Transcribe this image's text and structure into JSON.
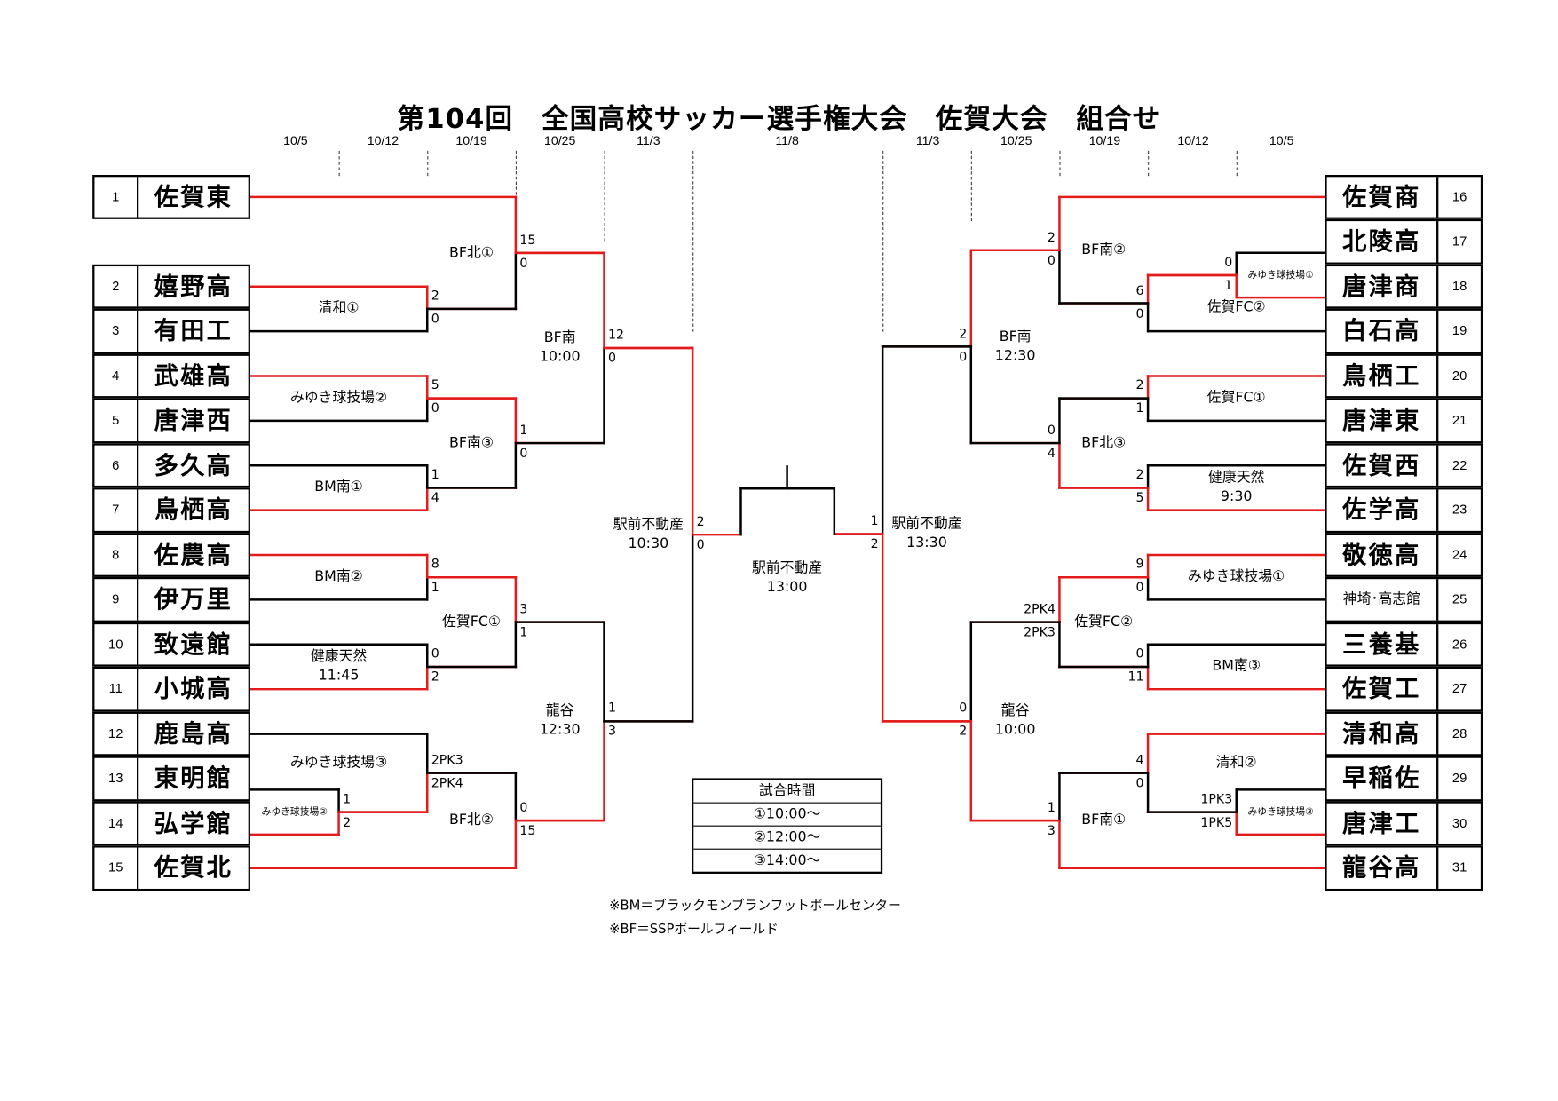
{
  "title": "第104回　全国高校サッカー選手権大会　佐賀大会　組合せ",
  "dates_left": [
    "10/5",
    "10/12",
    "10/19",
    "10/25",
    "11/3"
  ],
  "date_final": "11/8",
  "dates_right": [
    "11/3",
    "10/25",
    "10/19",
    "10/12",
    "10/5"
  ],
  "teams_left": [
    {
      "seed": "1",
      "name": "佐賀東"
    },
    {
      "seed": "2",
      "name": "嬉野高"
    },
    {
      "seed": "3",
      "name": "有田工"
    },
    {
      "seed": "4",
      "name": "武雄高"
    },
    {
      "seed": "5",
      "name": "唐津西"
    },
    {
      "seed": "6",
      "name": "多久高"
    },
    {
      "seed": "7",
      "name": "鳥栖高"
    },
    {
      "seed": "8",
      "name": "佐農高"
    },
    {
      "seed": "9",
      "name": "伊万里"
    },
    {
      "seed": "10",
      "name": "致遠館"
    },
    {
      "seed": "11",
      "name": "小城高"
    },
    {
      "seed": "12",
      "name": "鹿島高"
    },
    {
      "seed": "13",
      "name": "東明館"
    },
    {
      "seed": "14",
      "name": "弘学館"
    },
    {
      "seed": "15",
      "name": "佐賀北"
    }
  ],
  "teams_right": [
    {
      "seed": "16",
      "name": "佐賀商"
    },
    {
      "seed": "17",
      "name": "北陵高"
    },
    {
      "seed": "18",
      "name": "唐津商"
    },
    {
      "seed": "19",
      "name": "白石高"
    },
    {
      "seed": "20",
      "name": "鳥栖工"
    },
    {
      "seed": "21",
      "name": "唐津東"
    },
    {
      "seed": "22",
      "name": "佐賀西"
    },
    {
      "seed": "23",
      "name": "佐学高"
    },
    {
      "seed": "24",
      "name": "敬徳高"
    },
    {
      "seed": "25",
      "name": "神埼･高志館"
    },
    {
      "seed": "26",
      "name": "三養基"
    },
    {
      "seed": "27",
      "name": "佐賀工"
    },
    {
      "seed": "28",
      "name": "清和高"
    },
    {
      "seed": "29",
      "name": "早稲佐"
    },
    {
      "seed": "30",
      "name": "唐津工"
    },
    {
      "seed": "31",
      "name": "龍谷高"
    }
  ],
  "matches": [
    {
      "id": "L13v14",
      "venue": "みゆき球技場②",
      "scores": [
        "1",
        "2"
      ],
      "winner": 1
    },
    {
      "id": "L2v3",
      "venue": "清和①",
      "scores": [
        "2",
        "0"
      ],
      "winner": 0
    },
    {
      "id": "L4v5",
      "venue": "みゆき球技場②",
      "scores": [
        "5",
        "0"
      ],
      "winner": 0
    },
    {
      "id": "L6v7",
      "venue": "BM南①",
      "scores": [
        "1",
        "4"
      ],
      "winner": 1
    },
    {
      "id": "L8v9",
      "venue": "BM南②",
      "scores": [
        "8",
        "1"
      ],
      "winner": 0
    },
    {
      "id": "L10v11",
      "venue": "健康天然",
      "time": "11:45",
      "scores": [
        "0",
        "2"
      ],
      "winner": 1
    },
    {
      "id": "L12v13",
      "venue": "みゆき球技場③",
      "scores": [
        "2PK3",
        "2PK4"
      ],
      "winner": 1
    },
    {
      "id": "L_R3a",
      "venue": "BF北①",
      "scores": [
        "15",
        "0"
      ],
      "winner": 0
    },
    {
      "id": "L_R3b",
      "venue": "BF南③",
      "scores": [
        "1",
        "0"
      ],
      "winner": 0
    },
    {
      "id": "L_R3c",
      "venue": "佐賀FC①",
      "scores": [
        "3",
        "1"
      ],
      "winner": 0
    },
    {
      "id": "L_R3d",
      "venue": "BF北②",
      "scores": [
        "0",
        "15"
      ],
      "winner": 1
    },
    {
      "id": "L_QF1",
      "venue": "BF南",
      "time": "10:00",
      "scores": [
        "12",
        "0"
      ],
      "winner": 0
    },
    {
      "id": "L_QF2",
      "venue": "龍谷",
      "time": "12:30",
      "scores": [
        "1",
        "3"
      ],
      "winner": 1
    },
    {
      "id": "L_SF",
      "venue": "駅前不動産",
      "time": "10:30",
      "scores": [
        "2",
        "0"
      ],
      "winner": 0
    },
    {
      "id": "FINAL",
      "venue": "駅前不動産",
      "time": "13:00",
      "scores": [
        "",
        ""
      ],
      "winner": -1
    },
    {
      "id": "R_SF",
      "venue": "駅前不動産",
      "time": "13:30",
      "scores": [
        "1",
        "2"
      ],
      "winner": 1
    },
    {
      "id": "R_QF1",
      "venue": "BF南",
      "time": "12:30",
      "scores": [
        "2",
        "0"
      ],
      "winner": 0
    },
    {
      "id": "R_QF2",
      "venue": "龍谷",
      "time": "10:00",
      "scores": [
        "0",
        "2"
      ],
      "winner": 1
    },
    {
      "id": "R_R3a",
      "venue": "BF南②",
      "scores": [
        "2",
        "0"
      ],
      "winner": 0
    },
    {
      "id": "R_R3b",
      "venue": "BF北③",
      "scores": [
        "0",
        "4"
      ],
      "winner": 1
    },
    {
      "id": "R_R3c",
      "venue": "佐賀FC②",
      "scores": [
        "2PK4",
        "2PK3"
      ],
      "winner": 0
    },
    {
      "id": "R_R3d",
      "venue": "BF南①",
      "scores": [
        "1",
        "3"
      ],
      "winner": 1
    },
    {
      "id": "R17v18",
      "venue": "みゆき球技場①",
      "scores": [
        "0",
        "1"
      ],
      "winner": 1
    },
    {
      "id": "R18v19",
      "venue": "佐賀FC②",
      "scores": [
        "6",
        "0"
      ],
      "winner": 0
    },
    {
      "id": "R20v21",
      "venue": "佐賀FC①",
      "scores": [
        "2",
        "1"
      ],
      "winner": 0
    },
    {
      "id": "R22v23",
      "venue": "健康天然",
      "time": "9:30",
      "scores": [
        "2",
        "5"
      ],
      "winner": 1
    },
    {
      "id": "R24v25",
      "venue": "みゆき球技場①",
      "scores": [
        "9",
        "0"
      ],
      "winner": 0
    },
    {
      "id": "R26v27",
      "venue": "BM南③",
      "scores": [
        "0",
        "11"
      ],
      "winner": 1
    },
    {
      "id": "R28v29",
      "venue": "清和②",
      "scores": [
        "4",
        "0"
      ],
      "winner": 0
    },
    {
      "id": "R29v30",
      "venue": "みゆき球技場③",
      "scores": [
        "1PK3",
        "1PK5"
      ],
      "winner": 1
    }
  ],
  "schedule": {
    "header": "試合時間",
    "slots": [
      "①10:00～",
      "②12:00～",
      "③14:00～"
    ]
  },
  "notes": [
    "※BM＝ブラックモンブランフットボールセンター",
    "※BF＝SSPボールフィールド"
  ],
  "colors": {
    "winner_line": "#e31b1b",
    "line": "#000000"
  }
}
